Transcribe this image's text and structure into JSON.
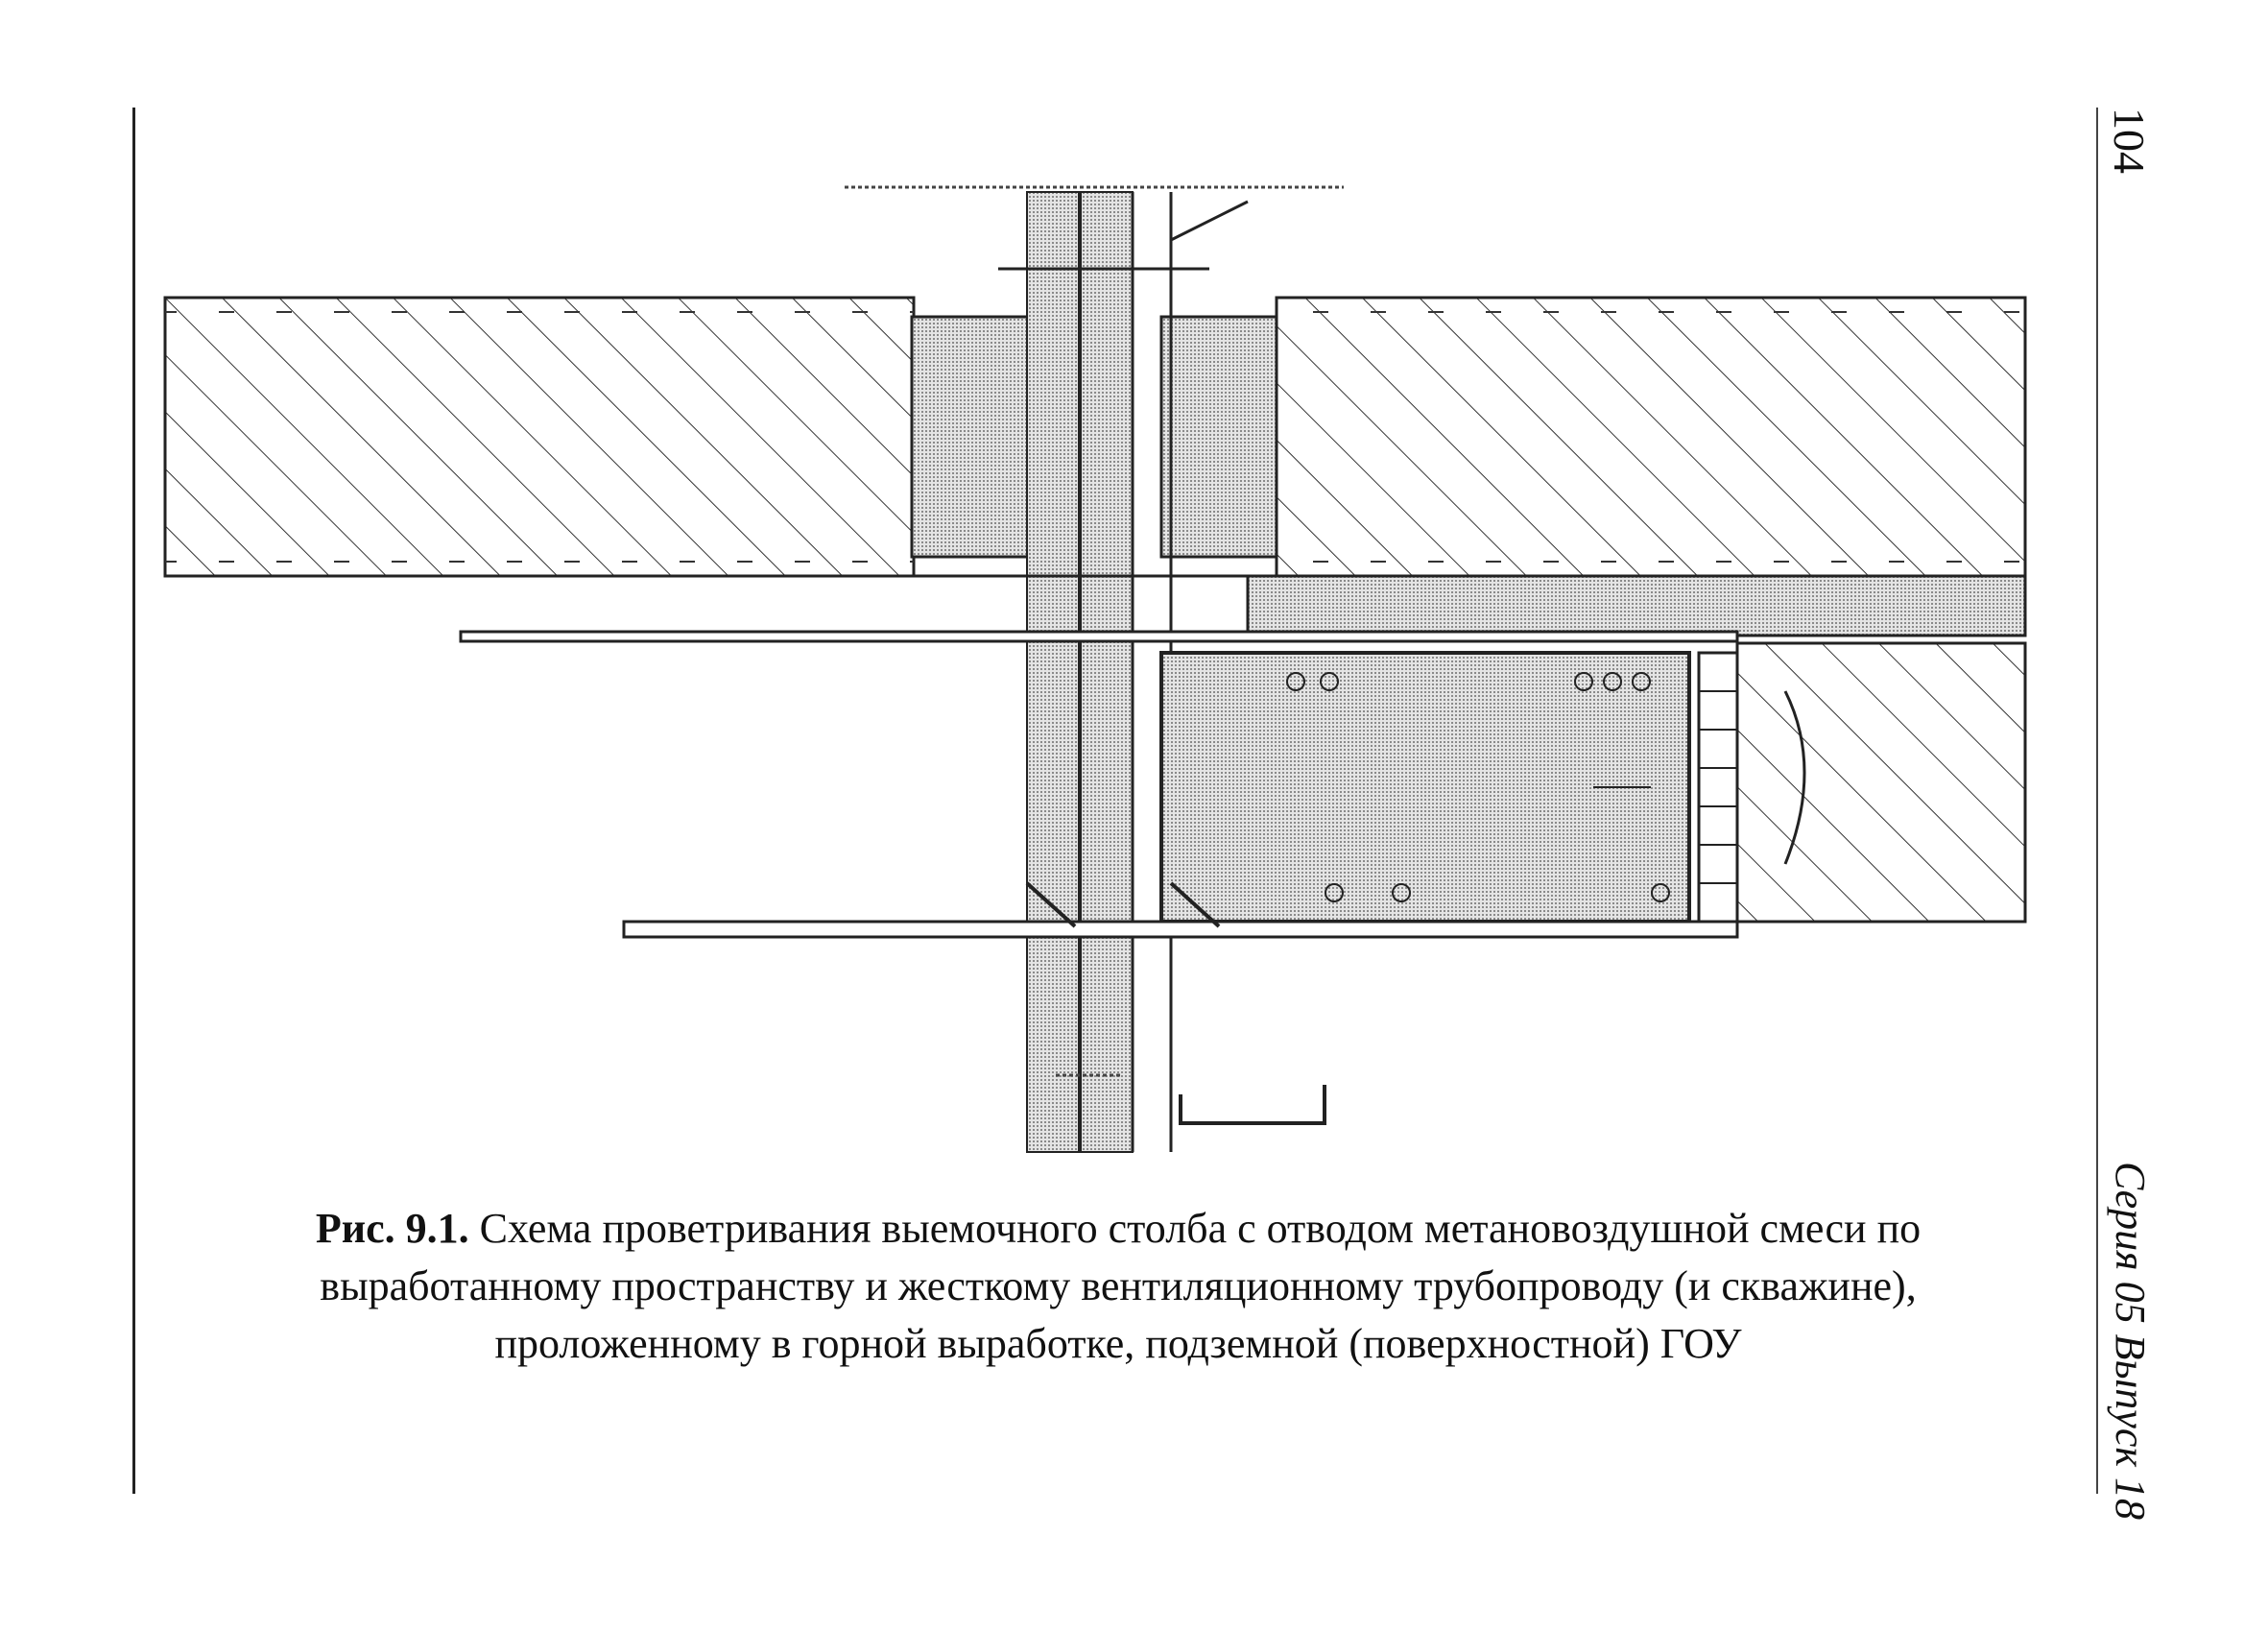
{
  "header": {
    "page_number": "104",
    "series": "Серия 05 Выпуск 18"
  },
  "figure": {
    "label": "Рис. 9.1.",
    "caption": "Схема проветривания выемочного столба с отводом метановоздушной смеси по выработанному пространству и жесткому вентиляционному трубопроводу (и скважине), проложенному в горной выработке, подземной (поверхностной) ГОУ"
  },
  "colors": {
    "line": "#222222",
    "dots": "#8a8a8a",
    "fill": "#d0d0d0"
  }
}
